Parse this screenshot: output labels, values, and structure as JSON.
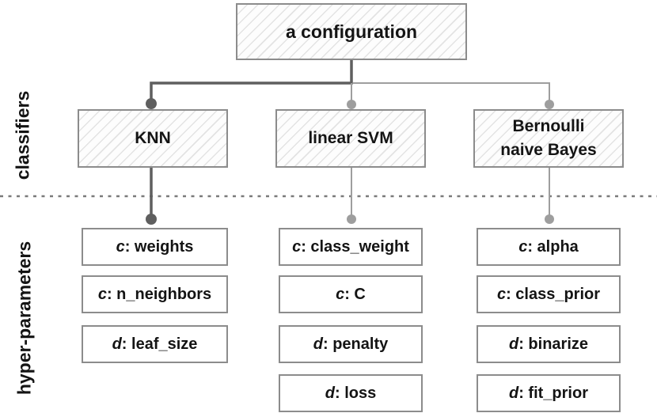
{
  "colors": {
    "dark": "#5f5f5f",
    "light": "#9e9e9e",
    "border": "#8c8c8c",
    "hatch": "#e3e3e3",
    "dotted": "#7a7a7a",
    "text": "#141414"
  },
  "root": {
    "label": "a configuration"
  },
  "side_labels": {
    "classifiers": "classifiers",
    "hyper_parameters": "hyper-parameters"
  },
  "classifiers": [
    {
      "label": "KNN"
    },
    {
      "label": "linear SVM"
    },
    {
      "label": "Bernoulli\nnaive Bayes"
    }
  ],
  "params": {
    "knn": [
      {
        "prefix": "c",
        "rest": ": weights"
      },
      {
        "prefix": "c",
        "rest": ": n_neighbors"
      },
      {
        "prefix": "d",
        "rest": ": leaf_size"
      }
    ],
    "svm": [
      {
        "prefix": "c",
        "rest": ": class_weight"
      },
      {
        "prefix": "c",
        "rest": ": C"
      },
      {
        "prefix": "d",
        "rest": ": penalty"
      },
      {
        "prefix": "d",
        "rest": ": loss"
      }
    ],
    "bayes": [
      {
        "prefix": "c",
        "rest": ": alpha"
      },
      {
        "prefix": "c",
        "rest": ": class_prior"
      },
      {
        "prefix": "d",
        "rest": ": binarize"
      },
      {
        "prefix": "d",
        "rest": ": fit_prior"
      }
    ]
  }
}
